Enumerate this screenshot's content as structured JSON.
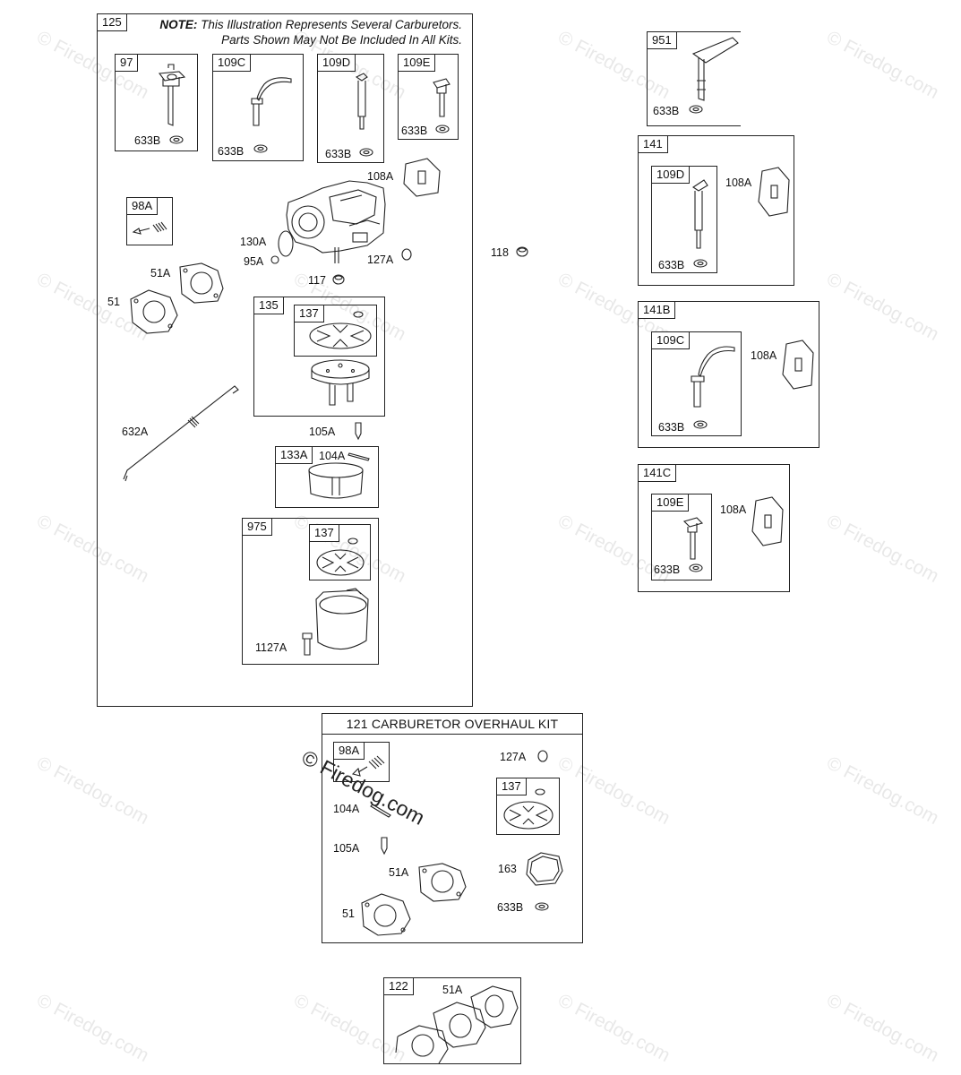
{
  "watermark": "© Firedog.com",
  "main_box": {
    "id": "125",
    "note_bold": "NOTE:",
    "note_line1": "This Illustration Represents Several Carburetors.",
    "note_line2": "Parts Shown May Not Be Included In All Kits."
  },
  "labels": {
    "p97": "97",
    "p109c": "109C",
    "p109d": "109D",
    "p109e": "109E",
    "p633b": "633B",
    "p108a": "108A",
    "p98a": "98A",
    "p130a": "130A",
    "p95a": "95A",
    "p127a": "127A",
    "p117": "117",
    "p51a": "51A",
    "p51": "51",
    "p135": "135",
    "p137": "137",
    "p632a": "632A",
    "p105a": "105A",
    "p133a": "133A",
    "p104a": "104A",
    "p975": "975",
    "p1127a": "1127A",
    "p118": "118",
    "p951": "951",
    "p141": "141",
    "p141b": "141B",
    "p141c": "141C",
    "p121": "121 CARBURETOR OVERHAUL KIT",
    "p163": "163",
    "p122": "122"
  }
}
